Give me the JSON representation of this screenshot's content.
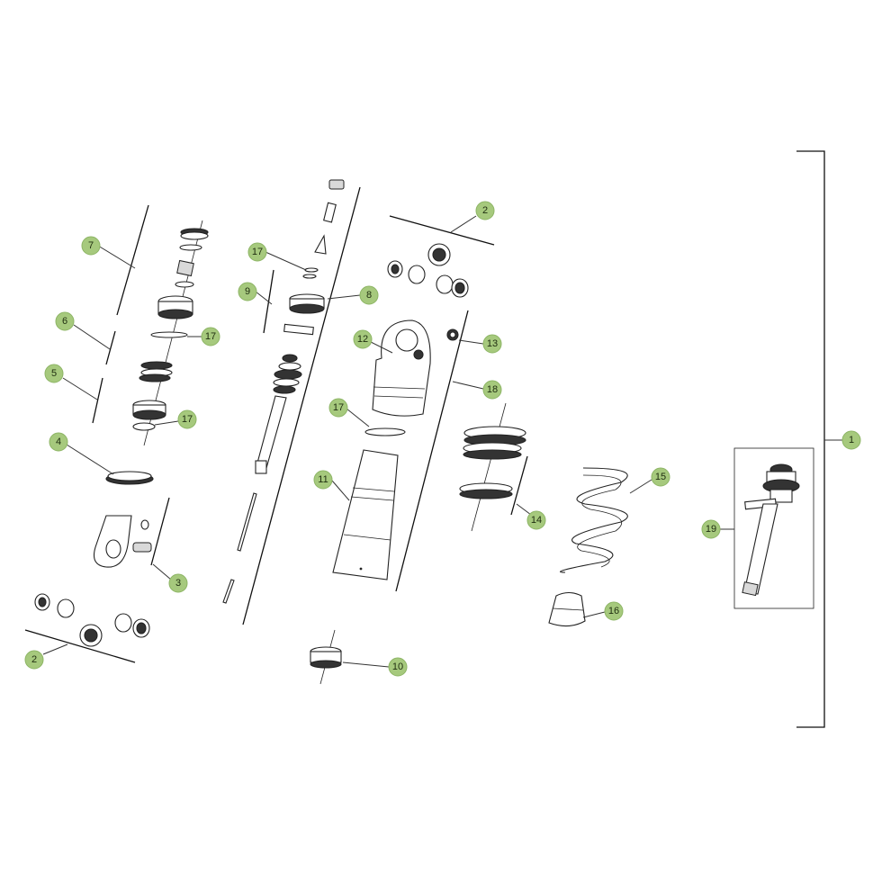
{
  "callouts": [
    {
      "id": "c1",
      "label": "1"
    },
    {
      "id": "c2a",
      "label": "2"
    },
    {
      "id": "c2b",
      "label": "2"
    },
    {
      "id": "c3",
      "label": "3"
    },
    {
      "id": "c4",
      "label": "4"
    },
    {
      "id": "c5",
      "label": "5"
    },
    {
      "id": "c6",
      "label": "6"
    },
    {
      "id": "c7",
      "label": "7"
    },
    {
      "id": "c8",
      "label": "8"
    },
    {
      "id": "c9",
      "label": "9"
    },
    {
      "id": "c10",
      "label": "10"
    },
    {
      "id": "c11",
      "label": "11"
    },
    {
      "id": "c12",
      "label": "12"
    },
    {
      "id": "c13",
      "label": "13"
    },
    {
      "id": "c14",
      "label": "14"
    },
    {
      "id": "c15",
      "label": "15"
    },
    {
      "id": "c16",
      "label": "16"
    },
    {
      "id": "c17a",
      "label": "17"
    },
    {
      "id": "c17b",
      "label": "17"
    },
    {
      "id": "c17c",
      "label": "17"
    },
    {
      "id": "c17d",
      "label": "17"
    },
    {
      "id": "c18",
      "label": "18"
    },
    {
      "id": "c19",
      "label": "19"
    }
  ],
  "colors": {
    "callout_fill": "#a6c97d",
    "line": "#222222",
    "background": "#ffffff"
  }
}
